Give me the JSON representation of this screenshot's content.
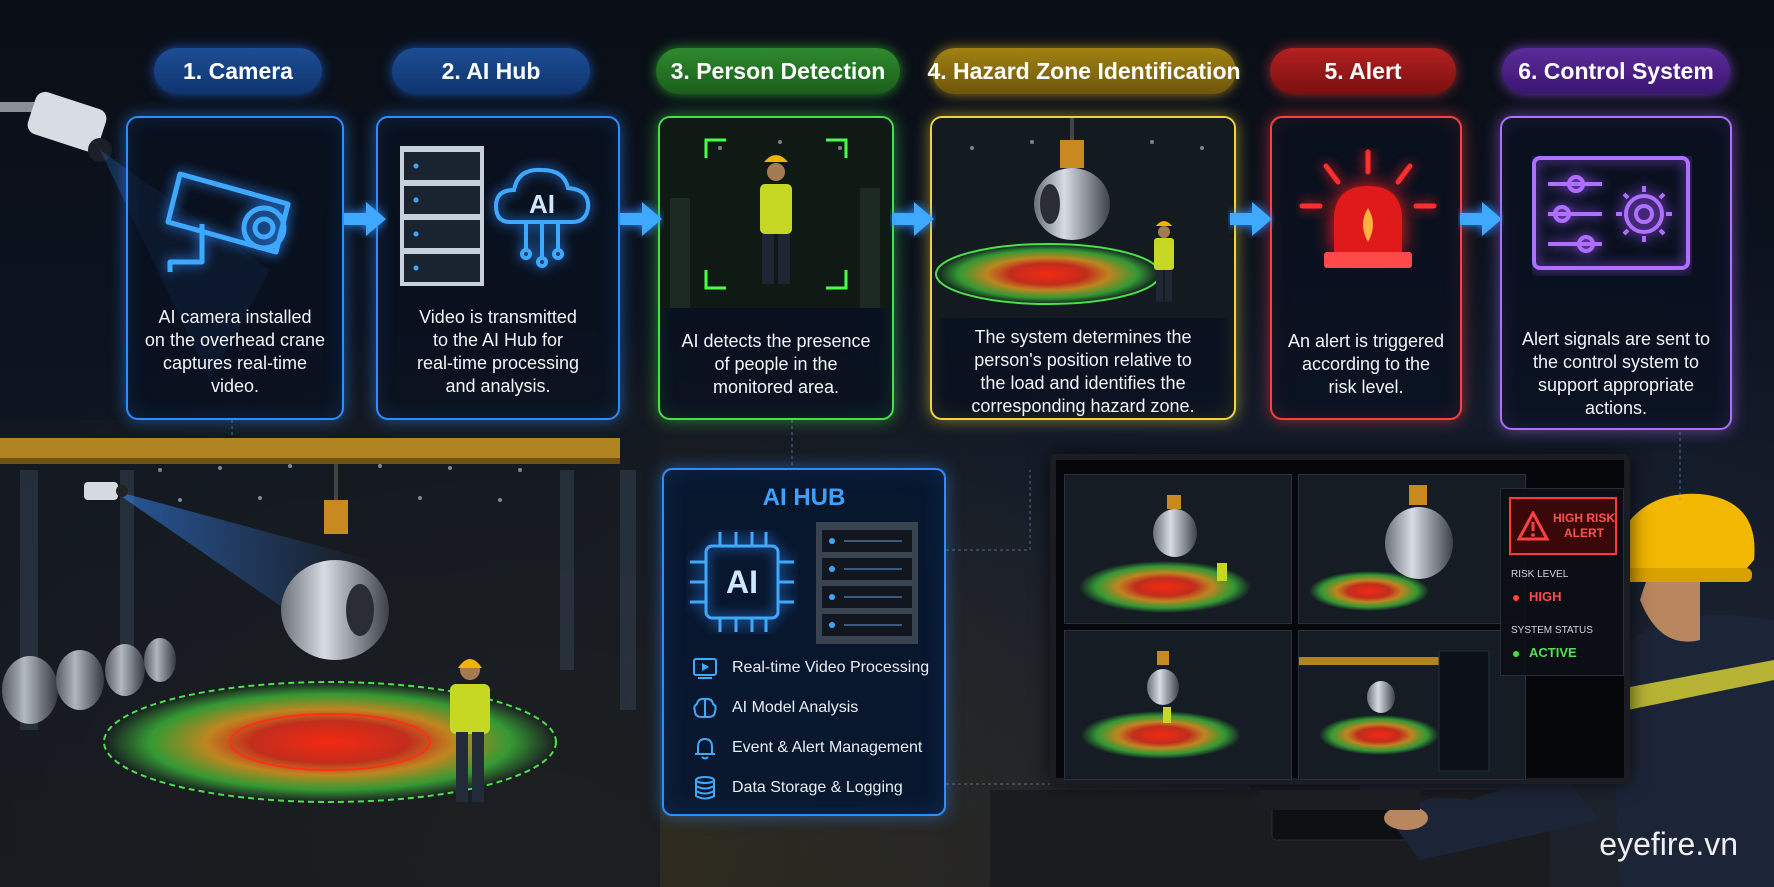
{
  "steps": [
    {
      "label": "1. Camera",
      "text": [
        "AI camera installed",
        "on the overhead crane",
        "captures real-time",
        "video."
      ],
      "icon": "camera-icon"
    },
    {
      "label": "2. AI Hub",
      "text": [
        "Video is transmitted",
        "to the AI Hub for",
        "real-time processing",
        "and analysis."
      ],
      "icon": "server-ai-cloud-icon"
    },
    {
      "label": "3. Person Detection",
      "text": [
        "AI detects the presence",
        "of people in the",
        "monitored area."
      ],
      "icon": "person-detection-icon"
    },
    {
      "label": "4. Hazard Zone Identification",
      "text": [
        "The system determines the",
        "person's position relative to",
        "the load and identifies the",
        "corresponding hazard zone."
      ],
      "icon": "hazard-zone-icon"
    },
    {
      "label": "5. Alert",
      "text": [
        "An alert is triggered",
        "according to the",
        "risk level."
      ],
      "icon": "alarm-siren-icon"
    },
    {
      "label": "6. Control System",
      "text": [
        "Alert signals are sent to",
        "the control system to",
        "support appropriate",
        "actions."
      ],
      "icon": "control-settings-icon"
    }
  ],
  "hub": {
    "title": "AI HUB",
    "chip_text": "AI",
    "cloud_text": "AI",
    "items": [
      {
        "label": "Real-time Video Processing",
        "icon": "video-play-icon"
      },
      {
        "label": "AI Model Analysis",
        "icon": "brain-icon"
      },
      {
        "label": "Event & Alert Management",
        "icon": "bell-icon"
      },
      {
        "label": "Data Storage & Logging",
        "icon": "database-icon"
      }
    ]
  },
  "monitor": {
    "alert_title": "HIGH RISK ALERT",
    "alert_line1": "HIGH RISK",
    "alert_line2": "ALERT",
    "risk_level_label": "RISK LEVEL",
    "risk_level_value": "HIGH",
    "system_status_label": "SYSTEM STATUS",
    "system_status_value": "ACTIVE"
  },
  "brand": "eyefire.vn",
  "colors": {
    "blue": "#2f8cff",
    "green": "#45e04a",
    "yellow": "#f2d33a",
    "red": "#ff4040",
    "purple": "#b070ff"
  }
}
